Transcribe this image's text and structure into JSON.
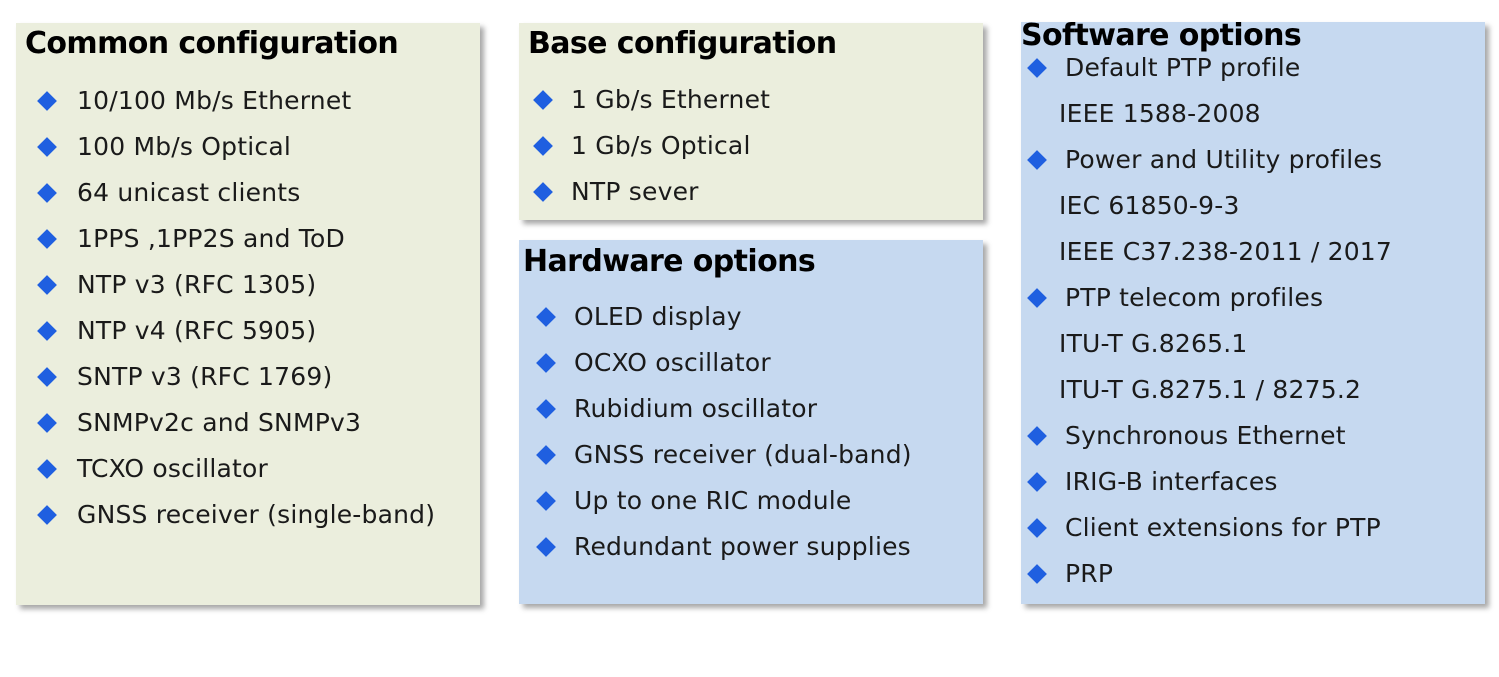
{
  "panels": {
    "common": {
      "title": "Common configuration",
      "items": [
        "10/100 Mb/s  Ethernet",
        "100 Mb/s Optical",
        "64 unicast clients",
        "1PPS ,1PP2S and ToD",
        "NTP v3 (RFC 1305)",
        "NTP v4 (RFC 5905)",
        "SNTP v3 (RFC 1769)",
        "SNMPv2c and SNMPv3",
        "TCXO oscillator",
        "GNSS receiver (single-band)"
      ]
    },
    "base": {
      "title": "Base configuration",
      "items": [
        "1 Gb/s Ethernet",
        "1 Gb/s Optical",
        "NTP sever"
      ]
    },
    "hardware": {
      "title": "Hardware options",
      "items": [
        "OLED display",
        "OCXO oscillator",
        "Rubidium oscillator",
        "GNSS receiver (dual-band)",
        "Up to one RIC module",
        "Redundant power supplies"
      ]
    },
    "software": {
      "title": "Software options",
      "items": [
        {
          "text": "Default PTP profile",
          "bullet": true
        },
        {
          "text": "IEEE 1588-2008",
          "bullet": false
        },
        {
          "text": "Power and Utility profiles",
          "bullet": true
        },
        {
          "text": "IEC 61850-9-3",
          "bullet": false
        },
        {
          "text": "IEEE C37.238-2011 / 2017",
          "bullet": false
        },
        {
          "text": "PTP telecom  profiles",
          "bullet": true
        },
        {
          "text": "ITU-T G.8265.1",
          "bullet": false
        },
        {
          "text": "ITU-T G.8275.1 / 8275.2",
          "bullet": false
        },
        {
          "text": "Synchronous Ethernet",
          "bullet": true
        },
        {
          "text": "IRIG-B interfaces",
          "bullet": true
        },
        {
          "text": "Client extensions  for PTP",
          "bullet": true
        },
        {
          "text": "PRP",
          "bullet": true
        }
      ]
    }
  },
  "icons": {
    "bullet": "diamond-bullet-icon"
  },
  "colors": {
    "green_panel": "#ebeedd",
    "blue_panel": "#c6d9f0",
    "bullet": "#1f5fe0",
    "title": "#000000"
  }
}
